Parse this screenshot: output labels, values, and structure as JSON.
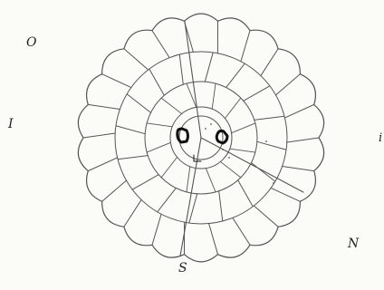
{
  "figure": {
    "labels": {
      "o": "O",
      "i": "I",
      "e": "i",
      "n": "N",
      "s": "S"
    },
    "line_color": "#555555",
    "dark_color": "#111111"
  }
}
